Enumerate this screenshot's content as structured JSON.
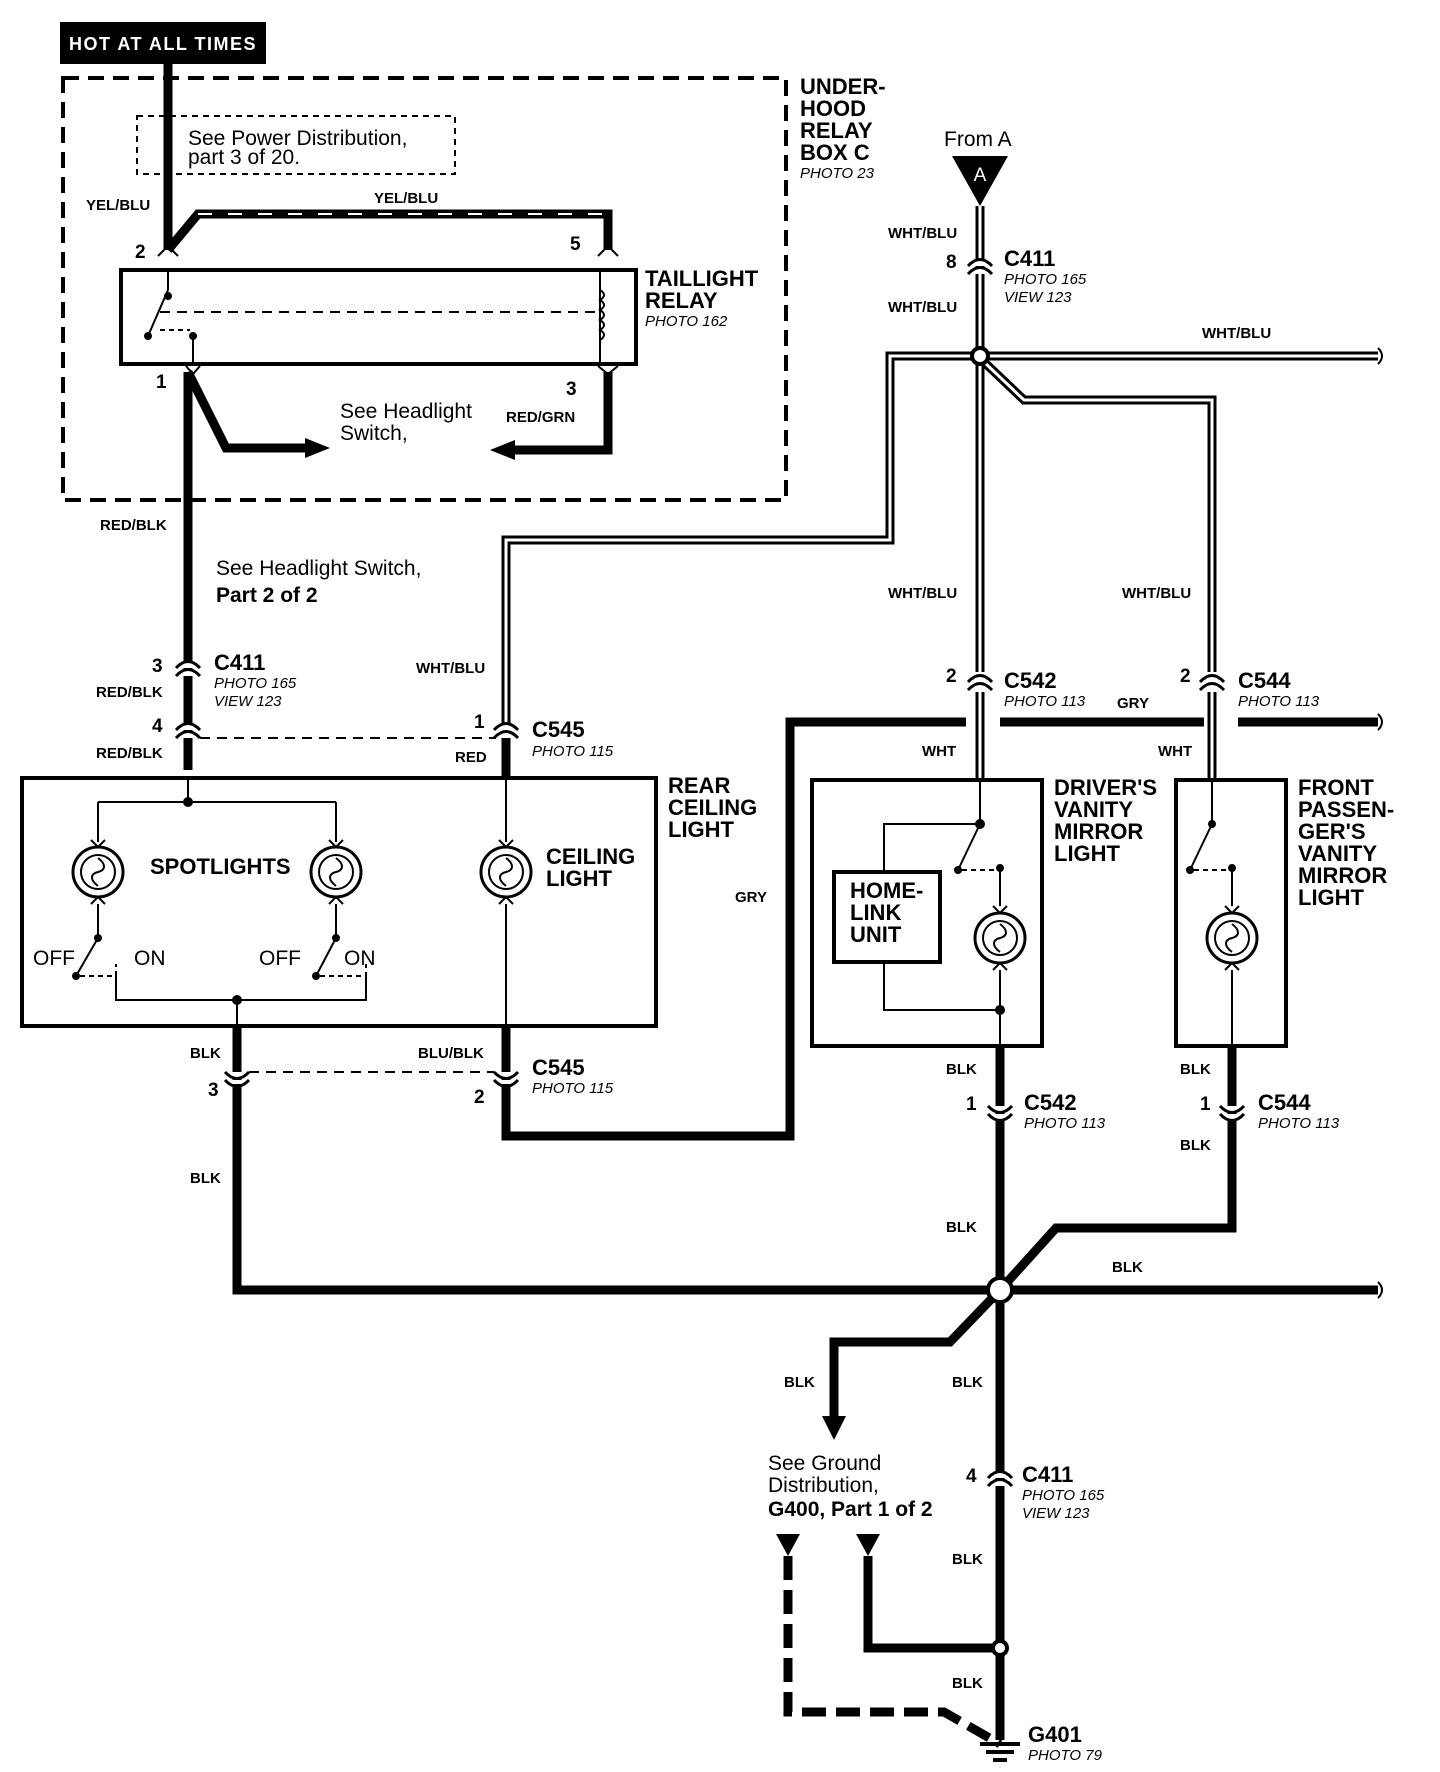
{
  "header": {
    "hot_label": "HOT AT ALL TIMES"
  },
  "underhood": {
    "title_lines": [
      "UNDER-",
      "HOOD",
      "RELAY",
      "BOX C"
    ],
    "photo": "PHOTO 23",
    "see_power_line1": "See  Power Distribution,",
    "see_power_line2": "part 3 of 20."
  },
  "taillight_relay": {
    "title_lines": [
      "TAILLIGHT",
      "RELAY"
    ],
    "photo": "PHOTO 162",
    "pins": [
      "2",
      "5",
      "1",
      "3"
    ]
  },
  "headlight_ref": {
    "line1": "See Headlight",
    "line2": "Switch,",
    "part_line1": "See Headlight Switch,",
    "part_line2": "Part 2 of 2"
  },
  "from_a": {
    "label": "From A",
    "letter": "A"
  },
  "wires": {
    "yel_blu": "YEL/BLU",
    "red_grn": "RED/GRN",
    "red_blk": "RED/BLK",
    "wht_blu": "WHT/BLU",
    "red": "RED",
    "blk": "BLK",
    "blu_blk": "BLU/BLK",
    "gry": "GRY",
    "wht": "WHT"
  },
  "connectors": {
    "c411": "C411",
    "c545": "C545",
    "c542": "C542",
    "c544": "C544",
    "photo_165": "PHOTO 165",
    "view_123": "VIEW 123",
    "photo_115": "PHOTO 115",
    "photo_113": "PHOTO 113"
  },
  "pin_numbers": {
    "p1": "1",
    "p2": "2",
    "p3": "3",
    "p4": "4",
    "p8": "8"
  },
  "rear_ceiling": {
    "title_lines": [
      "REAR",
      "CEILING",
      "LIGHT"
    ],
    "spotlights": "SPOTLIGHTS",
    "ceiling_lines": [
      "CEILING",
      "LIGHT"
    ],
    "off": "OFF",
    "on": "ON"
  },
  "drivers_vanity": {
    "title_lines": [
      "DRIVER'S",
      "VANITY",
      "MIRROR",
      "LIGHT"
    ]
  },
  "homelink": {
    "lines": [
      "HOME-",
      "LINK",
      "UNIT"
    ]
  },
  "front_pass_vanity": {
    "title_lines": [
      "FRONT",
      "PASSEN-",
      "GER'S",
      "VANITY",
      "MIRROR",
      "LIGHT"
    ]
  },
  "ground": {
    "see_line1": "See Ground",
    "see_line2": "Distribution,",
    "see_line3": "G400, Part 1 of 2",
    "g401": "G401",
    "photo_79": "PHOTO 79"
  }
}
